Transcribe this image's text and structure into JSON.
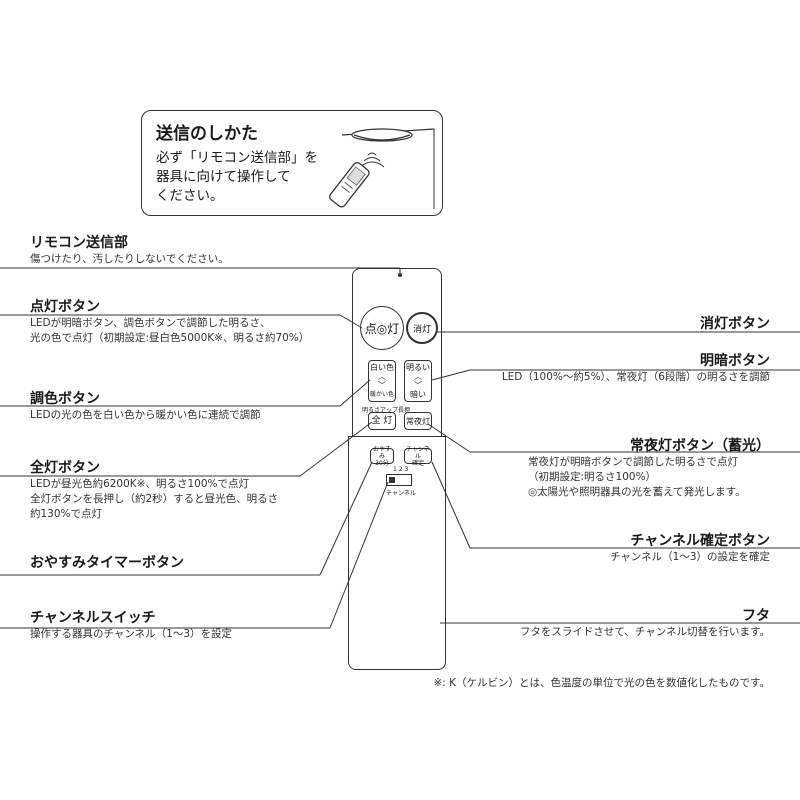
{
  "callout": {
    "title": "送信のしかた",
    "lines": [
      "必ず「リモコン送信部」を",
      "器具に向けて操作して",
      "ください。"
    ]
  },
  "labels": {
    "transmitter": {
      "title": "リモコン送信部",
      "desc": [
        "傷つけたり、汚したりしないでください。"
      ]
    },
    "on_button": {
      "title": "点灯ボタン",
      "desc": [
        "LEDが明暗ボタン、調色ボタンで調節した明るさ、",
        "光の色で点灯（初期設定:昼白色5000K※、明るさ約70%）"
      ]
    },
    "color_button": {
      "title": "調色ボタン",
      "desc": [
        "LEDの光の色を白い色から暖かい色に連続で調節"
      ]
    },
    "full_button": {
      "title": "全灯ボタン",
      "desc": [
        "LEDが昼光色約6200K※、明るさ100%で点灯",
        "全灯ボタンを長押し（約2秒）すると昼光色、明るさ",
        "約130%で点灯"
      ]
    },
    "timer_button": {
      "title": "おやすみタイマーボタン",
      "desc": []
    },
    "channel_switch": {
      "title": "チャンネルスイッチ",
      "desc": [
        "操作する器具のチャンネル（1〜3）を設定"
      ]
    },
    "off_button": {
      "title": "消灯ボタン",
      "desc": []
    },
    "brightness_button": {
      "title": "明暗ボタン",
      "desc": [
        "LED（100%〜約5%）、常夜灯（6段階）の明るさを調節"
      ]
    },
    "night_button": {
      "title": "常夜灯ボタン（蓄光）",
      "desc": [
        "常夜灯が明暗ボタンで調節した明るさで点灯",
        "（初期設定:明るさ100%）",
        "◎太陽光や照明器具の光を蓄えて発光します。"
      ]
    },
    "channel_confirm": {
      "title": "チャンネル確定ボタン",
      "desc": [
        "チャンネル（1〜3）の設定を確定"
      ]
    },
    "cover": {
      "title": "フタ",
      "desc": [
        "フタをスライドさせて、チャンネル切替を行います。"
      ]
    }
  },
  "remote": {
    "on_label": "点◎灯",
    "off_label": "消灯",
    "color_top": "白い色",
    "color_bottom": "暖かい色",
    "bright_top": "明るい",
    "bright_bottom": "暗い",
    "full_top_caption": "明るさアップ長押",
    "full_label": "全 灯",
    "night_label": "常夜灯",
    "timer_label": [
      "おやすみ",
      "30分"
    ],
    "confirm_label": [
      "チャンネル",
      "確定"
    ],
    "channel_numbers": "1 2 3",
    "channel_caption": "チャンネル"
  },
  "footnote": "※: K（ケルビン）とは、色温度の単位で光の色を数値化したものです。"
}
